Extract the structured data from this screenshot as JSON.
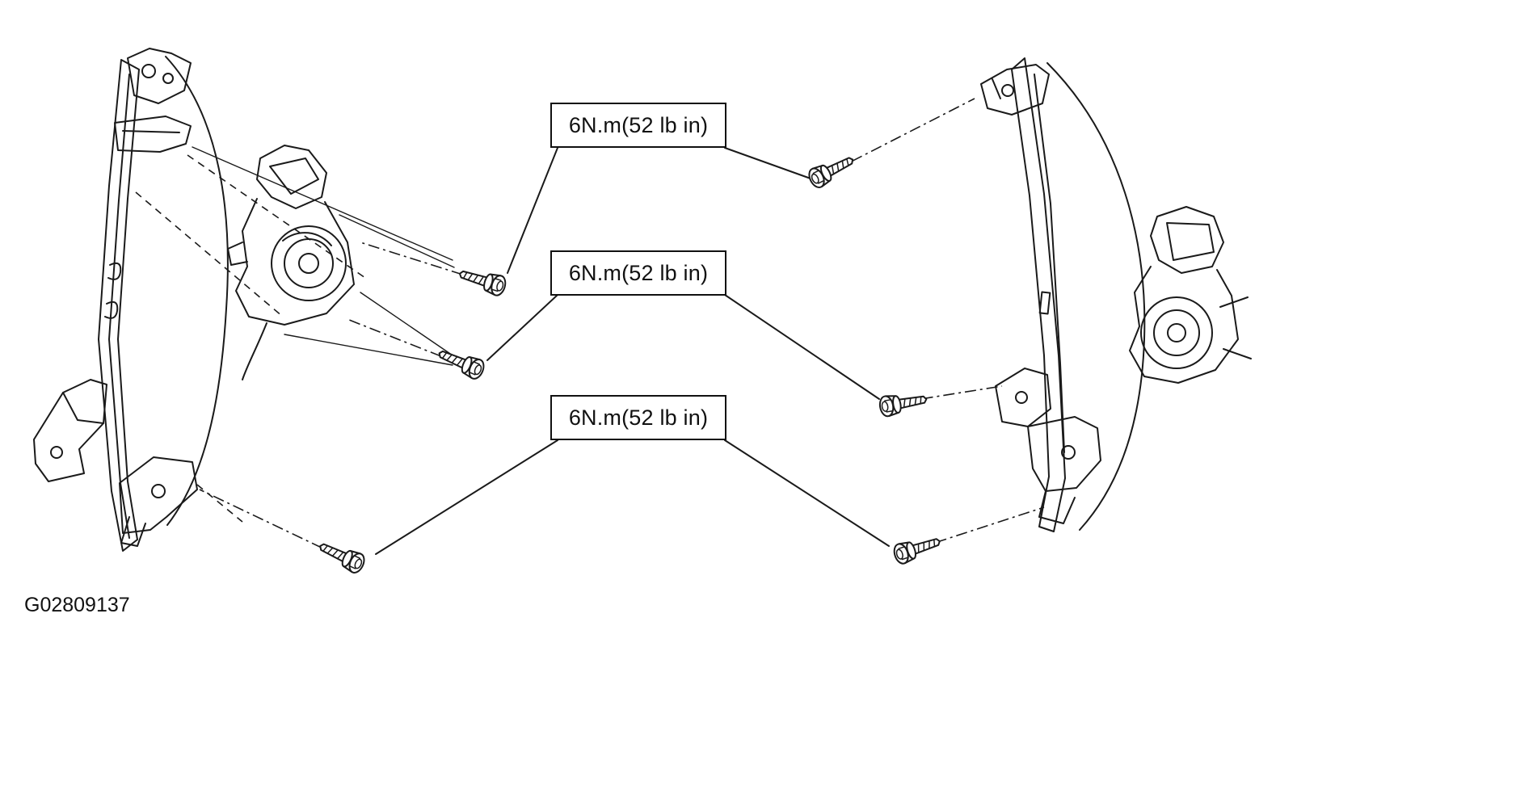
{
  "figure": {
    "id": "G02809137",
    "description": "Exploded parts diagram of front door power window regulator assemblies with torque specifications",
    "callouts": [
      {
        "text": "6N.m(52 lb in)"
      },
      {
        "text": "6N.m(52 lb in)"
      },
      {
        "text": "6N.m(52 lb in)"
      }
    ],
    "colors": {
      "line": "#1a1a1a",
      "background": "#ffffff"
    }
  }
}
